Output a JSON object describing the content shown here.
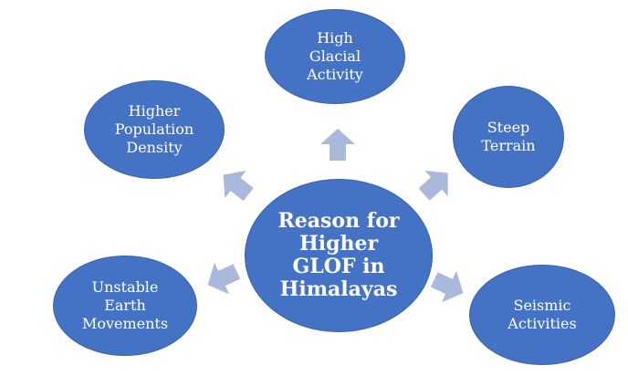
{
  "diagram": {
    "center": {
      "lines": [
        "Reason for",
        "Higher",
        "GLOF in",
        "Himalayas"
      ]
    },
    "nodes": [
      {
        "id": "high-glacial-activity",
        "lines": [
          "High",
          "Glacial",
          "Activity"
        ]
      },
      {
        "id": "higher-population-density",
        "lines": [
          "Higher",
          "Population",
          "Density"
        ]
      },
      {
        "id": "steep-terrain",
        "lines": [
          "Steep",
          "Terrain"
        ]
      },
      {
        "id": "unstable-earth-movements",
        "lines": [
          "Unstable",
          "Earth",
          "Movements"
        ]
      },
      {
        "id": "seismic-activities",
        "lines": [
          "Seismic",
          "Activities"
        ]
      }
    ],
    "colors": {
      "node_fill": "#4472c4",
      "node_border": "#3a63ad",
      "arrow_fill": "#a9b8db",
      "text": "#ffffff"
    }
  }
}
